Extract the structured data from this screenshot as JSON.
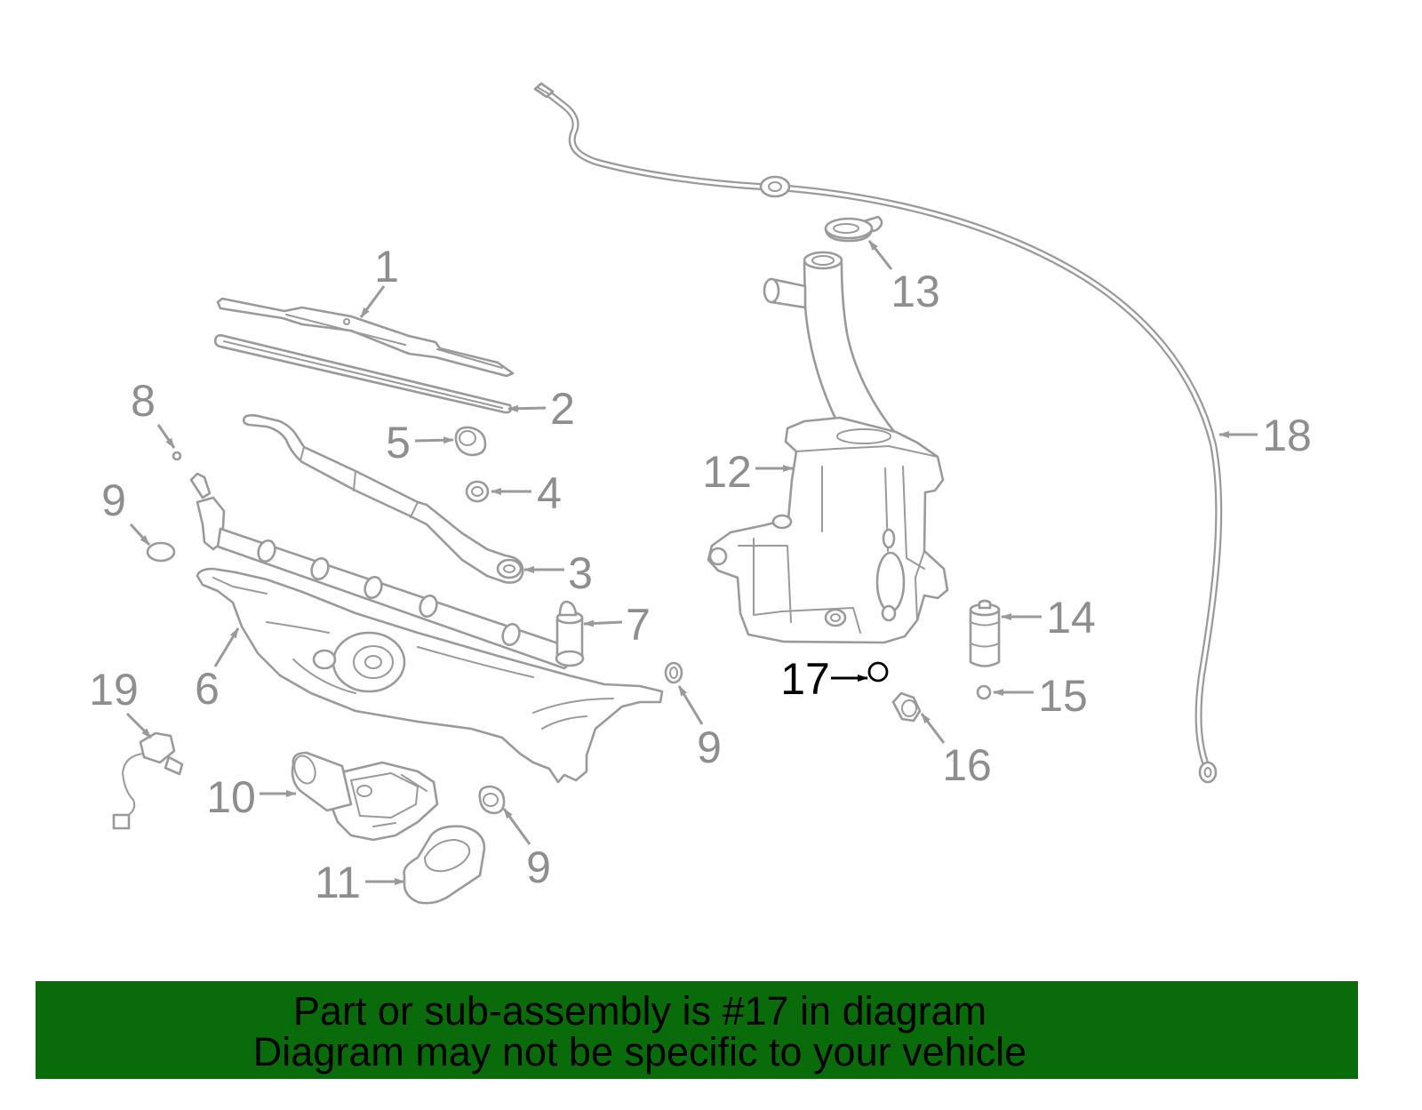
{
  "callouts": {
    "p1": "1",
    "p2": "2",
    "p3": "3",
    "p4": "4",
    "p5": "5",
    "p6": "6",
    "p7": "7",
    "p8": "8",
    "p9a": "9",
    "p9b": "9",
    "p9c": "9",
    "p10": "10",
    "p11": "11",
    "p12": "12",
    "p13": "13",
    "p14": "14",
    "p15": "15",
    "p16": "16",
    "p17": "17",
    "p18": "18",
    "p19": "19"
  },
  "banner": {
    "line1": "Part or sub-assembly is #17 in diagram",
    "line2": "Diagram may not be specific to your vehicle"
  },
  "colors": {
    "lines": "#9a9a9a",
    "labels": "#8e8e8e",
    "highlight": "#000000",
    "banner_bg": "#0a6b0a",
    "banner_text": "#000000"
  }
}
